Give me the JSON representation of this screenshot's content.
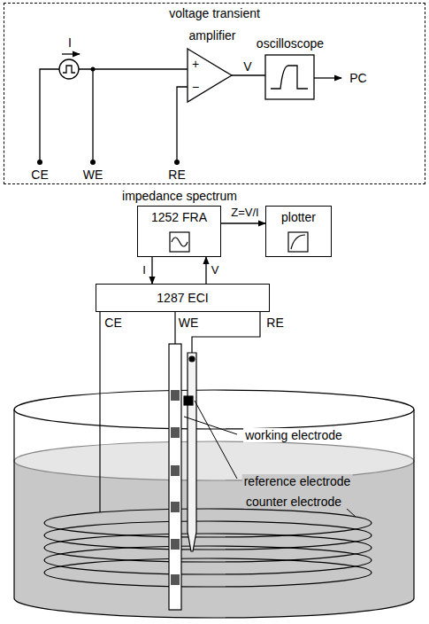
{
  "diagram": {
    "nodes": [
      {
        "text": [
          "voltage transient"
        ]
      },
      {
        "text": [
          "1252 FRA"
        ]
      },
      {
        "text": [
          "plotter"
        ]
      },
      {
        "text": [
          "1287 ECI"
        ]
      }
    ],
    "edges": [
      {
        "from": 1,
        "to": 2,
        "label": "Z=V/I",
        "arrow": "to"
      },
      {
        "from": 1,
        "to": 3,
        "label": "I",
        "arrow": "to"
      },
      {
        "from": 3,
        "to": 1,
        "label": "V",
        "arrow": "to"
      }
    ],
    "labels": [
      "I",
      "amplifier",
      "+",
      "−",
      "V",
      "oscilloscope",
      "PC",
      "CE",
      "WE",
      "RE",
      "impedance spectrum",
      "CE",
      "WE",
      "RE",
      "working electrode",
      "reference electrode",
      "counter electrode"
    ]
  }
}
